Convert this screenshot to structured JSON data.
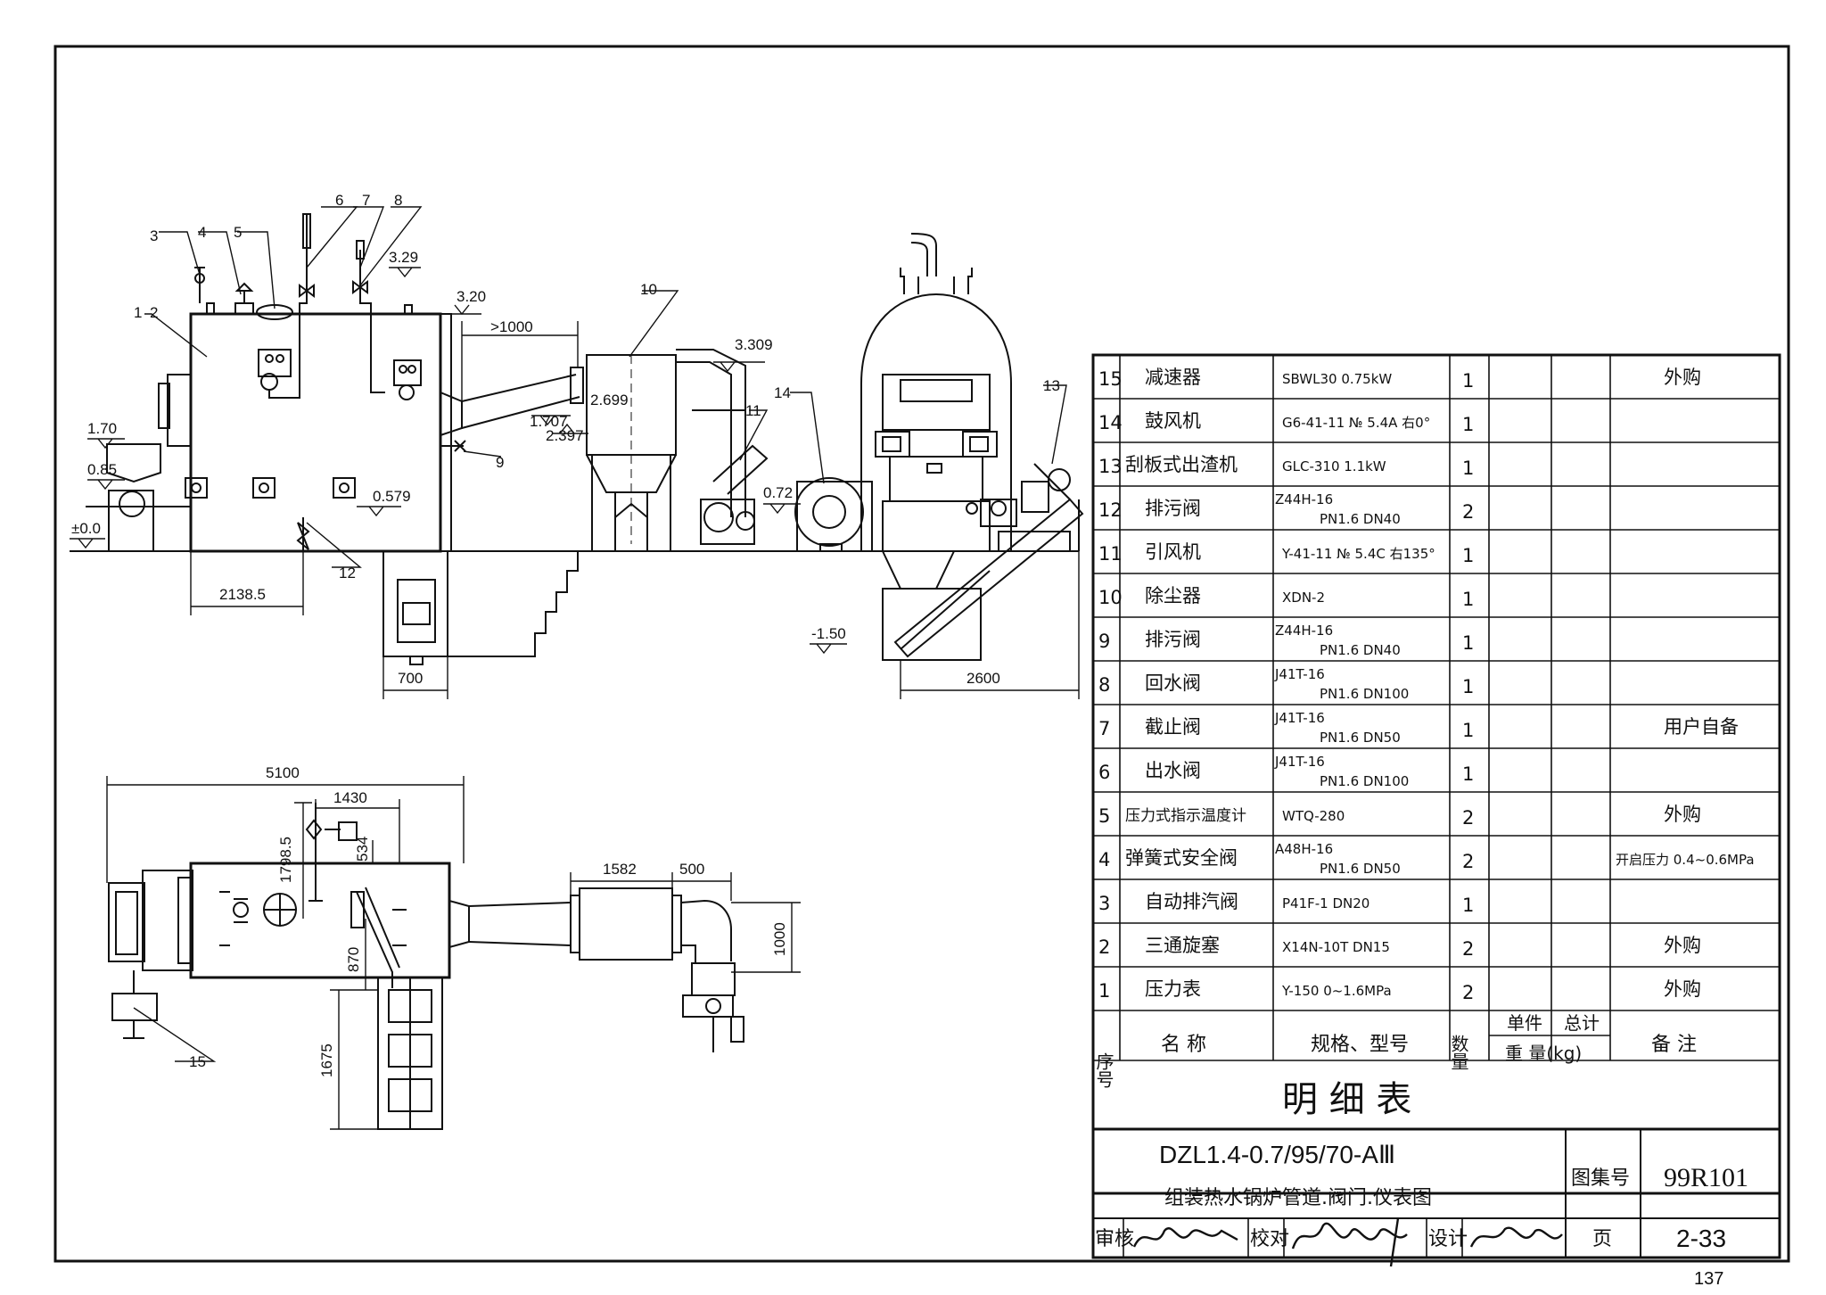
{
  "drawing": {
    "callouts": [
      "1",
      "2",
      "3",
      "4",
      "5",
      "6",
      "7",
      "8",
      "9",
      "10",
      "11",
      "12",
      "13",
      "14",
      "15"
    ],
    "elevations": {
      "e329": "3.29",
      "e320": "3.20",
      "e3309": "3.309",
      "e170": "1.70",
      "e085": "0.85",
      "e00": "±0.0",
      "e0579": "0.579",
      "e1707": "1.707",
      "e2397": "2.397",
      "e2699": "2.699",
      "e072": "0.72",
      "e150": "-1.50"
    },
    "dimensions": {
      "d1000gt": ">1000",
      "d2138": "2138.5",
      "d700": "700",
      "d2600": "2600",
      "d5100": "5100",
      "d1430": "1430",
      "d1798": "1798.5",
      "d534": "534",
      "d1582": "1582",
      "d500": "500",
      "d870": "870",
      "d1675": "1675",
      "d1000": "1000"
    }
  },
  "parts_table": {
    "rows": [
      {
        "no": "15",
        "name": "减速器",
        "spec": [
          "SBWL30    0.75kW"
        ],
        "qty": "1",
        "remark": "外购"
      },
      {
        "no": "14",
        "name": "鼓风机",
        "spec": [
          "G6-41-11   № 5.4A  右0°"
        ],
        "qty": "1",
        "remark": ""
      },
      {
        "no": "13",
        "name": "刮板式出渣机",
        "spec": [
          "GLC-310      1.1kW"
        ],
        "qty": "1",
        "remark": ""
      },
      {
        "no": "12",
        "name": "排污阀",
        "spec": [
          "Z44H-16",
          "PN1.6  DN40"
        ],
        "qty": "2",
        "remark": ""
      },
      {
        "no": "11",
        "name": "引风机",
        "spec": [
          "Y-41-11   № 5.4C  右135°"
        ],
        "qty": "1",
        "remark": ""
      },
      {
        "no": "10",
        "name": "除尘器",
        "spec": [
          "XDN-2"
        ],
        "qty": "1",
        "remark": ""
      },
      {
        "no": "9",
        "name": "排污阀",
        "spec": [
          "Z44H-16",
          "PN1.6  DN40"
        ],
        "qty": "1",
        "remark": ""
      },
      {
        "no": "8",
        "name": "回水阀",
        "spec": [
          "J41T-16",
          "PN1.6  DN100"
        ],
        "qty": "1",
        "remark": ""
      },
      {
        "no": "7",
        "name": "截止阀",
        "spec": [
          "J41T-16",
          "PN1.6  DN50"
        ],
        "qty": "1",
        "remark": "用户自备"
      },
      {
        "no": "6",
        "name": "出水阀",
        "spec": [
          "J41T-16",
          "PN1.6  DN100"
        ],
        "qty": "1",
        "remark": ""
      },
      {
        "no": "5",
        "name": "压力式指示温度计",
        "spec": [
          "WTQ-280"
        ],
        "qty": "2",
        "remark": "外购"
      },
      {
        "no": "4",
        "name": "弹簧式安全阀",
        "spec": [
          "A48H-16",
          "PN1.6 DN50"
        ],
        "qty": "2",
        "remark": "开启压力 0.4~0.6MPa"
      },
      {
        "no": "3",
        "name": "自动排汽阀",
        "spec": [
          "P41F-1    DN20"
        ],
        "qty": "1",
        "remark": ""
      },
      {
        "no": "2",
        "name": "三通旋塞",
        "spec": [
          "X14N-10T      DN15"
        ],
        "qty": "2",
        "remark": "外购"
      },
      {
        "no": "1",
        "name": "压力表",
        "spec": [
          "Y-150      0~1.6MPa"
        ],
        "qty": "2",
        "remark": "外购"
      }
    ],
    "header": {
      "no": "序号",
      "name": "名    称",
      "spec": "规格、型号",
      "qty": "数量",
      "unit_weight": "单件",
      "total_weight": "总计",
      "weight": "重    量(kg)",
      "remark": "备    注"
    },
    "caption": "明    细    表"
  },
  "title_block": {
    "model": "DZL1.4-0.7/95/70-AⅢ",
    "title": "组装热水锅炉管道.阀门.仪表图",
    "atlas_label": "图集号",
    "atlas_no": "99R101",
    "review_label": "审核",
    "check_label": "校对",
    "design_label": "设计",
    "page_label": "页",
    "page_no": "2-33"
  },
  "sheet_number": "137"
}
